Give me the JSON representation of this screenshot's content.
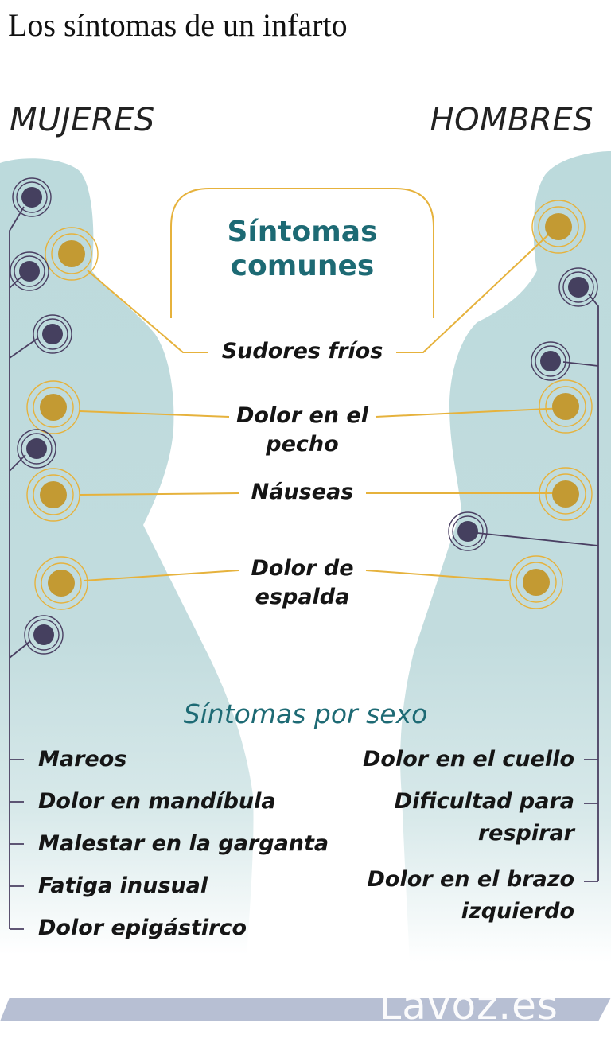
{
  "header": {
    "title": "Los síntomas de un infarto"
  },
  "labels": {
    "women": "MUJERES",
    "men": "HOMBRES"
  },
  "common": {
    "title": "Síntomas comunes",
    "items": [
      "Sudores fríos",
      "Dolor en el pecho",
      "Náuseas",
      "Dolor de espalda"
    ]
  },
  "by_sex": {
    "title": "Síntomas por sexo",
    "women": [
      "Mareos",
      "Dolor en mandíbula",
      "Malestar en la garganta",
      "Fatiga inusual",
      "Dolor epigástirco"
    ],
    "men": [
      "Dolor en el cuello",
      "Dificultad para respirar",
      "Dolor en el brazo izquierdo"
    ]
  },
  "brand": "Lavoz.es",
  "colors": {
    "teal_text": "#1d6a74",
    "body_fill": "#bcdadc",
    "common_dot": "#c39a33",
    "sex_dot": "#45405f",
    "line_gold": "#e6b23c",
    "line_purple": "#4a3f62",
    "footer": "#b7bfd3"
  }
}
